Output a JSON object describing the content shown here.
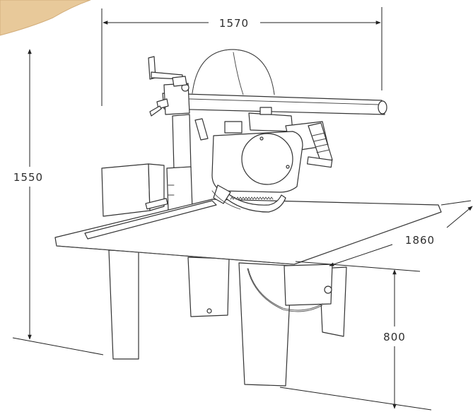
{
  "dimensions": {
    "width": "1570",
    "height": "1550",
    "depth": "1860",
    "table_height": "800"
  },
  "colors": {
    "background": "#ffffff",
    "ink": "#333333",
    "wood_corner": "#e8c99a"
  },
  "icons": {
    "arrowhead": "filled-triangle"
  }
}
